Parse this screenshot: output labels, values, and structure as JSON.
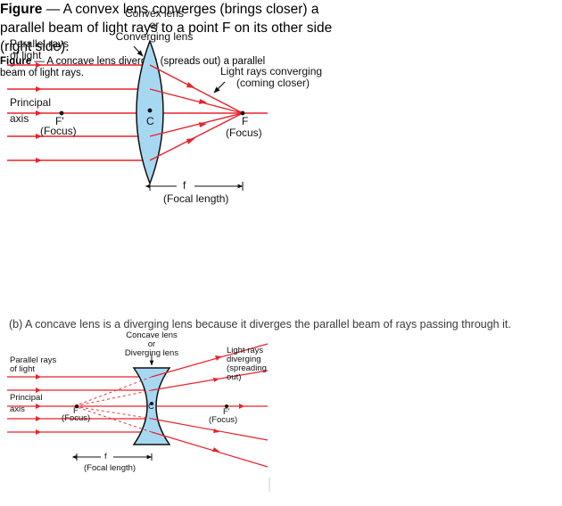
{
  "figure_a": {
    "lens_title": [
      "Convex lens",
      "or",
      "Converging lens"
    ],
    "parallel_rays": [
      "Parallel rays",
      "of light"
    ],
    "converging_label": [
      "Light rays converging",
      "(coming closer)"
    ],
    "principal_axis": [
      "Principal",
      "axis"
    ],
    "focus_left_letter": "F'",
    "focus_left": "(Focus)",
    "center": "C",
    "focus_right_letter": "F",
    "focus_right": "(Focus)",
    "f_symbol": "f",
    "focal_length": "(Focal length)",
    "caption_bold": "Figure",
    "caption_text": "— A convex lens converges (brings closer) a parallel beam of light rays to a point F on its other side (right side)."
  },
  "section_b_intro": "(b) A concave lens is a diverging lens because it diverges the parallel beam of rays passing through it.",
  "figure_b": {
    "lens_title": [
      "Concave lens",
      "or",
      "Diverging lens"
    ],
    "parallel_rays": [
      "Parallel rays",
      "of light"
    ],
    "diverging_label": [
      "Light rays",
      "diverging",
      "(spreading",
      "out)"
    ],
    "principal_axis": [
      "Principal",
      "axis"
    ],
    "focus_left_letter": "F",
    "focus_left": "(Focus)",
    "center": "C",
    "focus_right_letter": "F'",
    "focus_right": "(Focus)",
    "f_symbol": "f",
    "focal_length": "(Focal length)",
    "caption_bold": "Figure",
    "caption_text": "— A concave lens diverges (spreads out) a parallel beam of light rays."
  },
  "colors": {
    "ray": "#e8232b",
    "lens_fill": "#a7d8f2",
    "lens_stroke": "#111111",
    "text": "#111111",
    "caption_bold": "#1a2a6e"
  }
}
